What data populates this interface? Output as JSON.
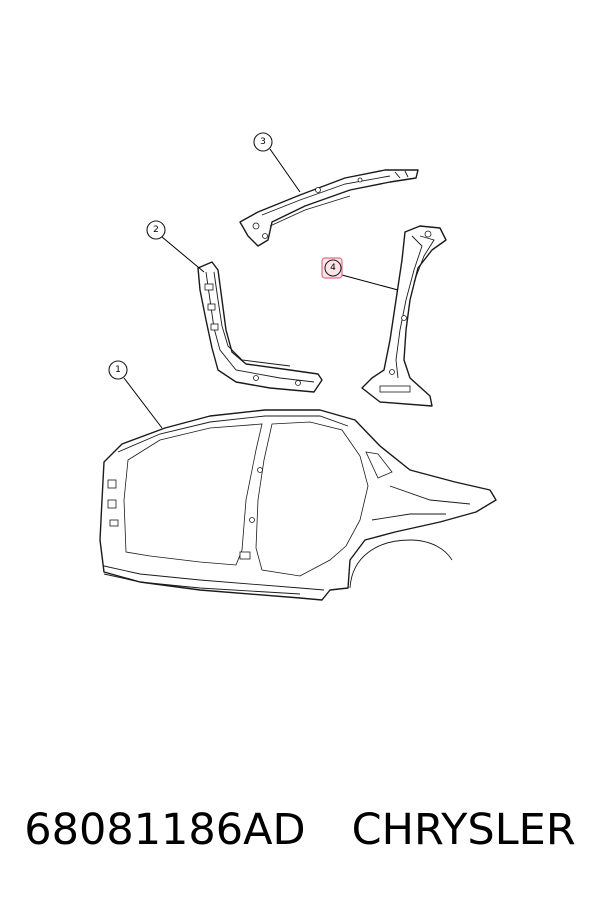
{
  "callouts": [
    {
      "id": "1",
      "label": "1",
      "highlighted": false
    },
    {
      "id": "2",
      "label": "2",
      "highlighted": false
    },
    {
      "id": "3",
      "label": "3",
      "highlighted": false
    },
    {
      "id": "4",
      "label": "4",
      "highlighted": true
    }
  ],
  "caption": {
    "part_number": "68081186AD",
    "brand": "CHRYSLER"
  },
  "colors": {
    "line": "#1a1a1a",
    "highlight_stroke": "#e0708a",
    "highlight_fill": "#fbe3e8",
    "background": "#ffffff"
  }
}
